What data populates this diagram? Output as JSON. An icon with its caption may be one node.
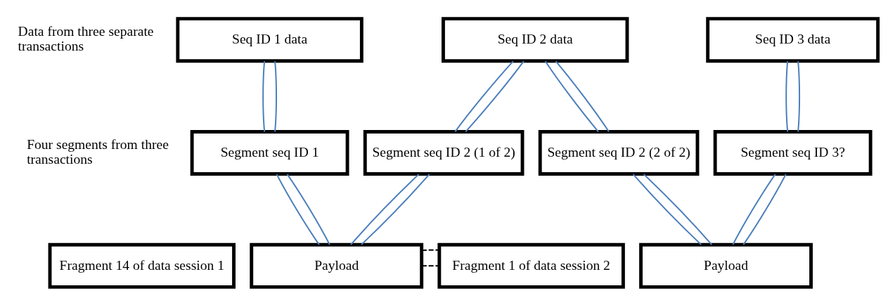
{
  "diagram": {
    "nodes": [
      {
        "text": [
          "Seq ID 1 data"
        ]
      },
      {
        "text": [
          "Seq ID 2 data"
        ]
      },
      {
        "text": [
          "Seq ID 3 data"
        ]
      },
      {
        "text": [
          "Segment seq ID 1"
        ]
      },
      {
        "text": [
          "Segment seq ID 2 (1 of 2)"
        ]
      },
      {
        "text": [
          "Segment seq ID 2 (2 of 2)"
        ]
      },
      {
        "text": [
          "Segment seq ID 3?"
        ]
      },
      {
        "text": [
          "Fragment 14 of data session 1"
        ]
      },
      {
        "text": [
          "Payload"
        ]
      },
      {
        "text": [
          "Fragment 1 of data session 2"
        ]
      },
      {
        "text": [
          "Payload"
        ]
      }
    ],
    "edges": [
      {
        "from": 0,
        "to": 3,
        "arrow": "none"
      },
      {
        "from": 0,
        "to": 3,
        "arrow": "none"
      },
      {
        "from": 1,
        "to": 4,
        "arrow": "none"
      },
      {
        "from": 1,
        "to": 4,
        "arrow": "none"
      },
      {
        "from": 1,
        "to": 5,
        "arrow": "none"
      },
      {
        "from": 1,
        "to": 5,
        "arrow": "none"
      },
      {
        "from": 2,
        "to": 6,
        "arrow": "none"
      },
      {
        "from": 2,
        "to": 6,
        "arrow": "none"
      },
      {
        "from": 3,
        "to": 8,
        "arrow": "none"
      },
      {
        "from": 3,
        "to": 8,
        "arrow": "none"
      },
      {
        "from": 4,
        "to": 8,
        "arrow": "none"
      },
      {
        "from": 4,
        "to": 8,
        "arrow": "none"
      },
      {
        "from": 5,
        "to": 10,
        "arrow": "none"
      },
      {
        "from": 5,
        "to": 10,
        "arrow": "none"
      },
      {
        "from": 6,
        "to": 10,
        "arrow": "none"
      },
      {
        "from": 6,
        "to": 10,
        "arrow": "none"
      },
      {
        "from": 8,
        "to": 9,
        "arrow": "none",
        "style": "dashed",
        "color": "#000000"
      },
      {
        "from": 8,
        "to": 9,
        "arrow": "none",
        "style": "dashed",
        "color": "#000000"
      }
    ],
    "labels": [
      "Data from three separate transactions",
      "Four segments from three transactions"
    ]
  }
}
